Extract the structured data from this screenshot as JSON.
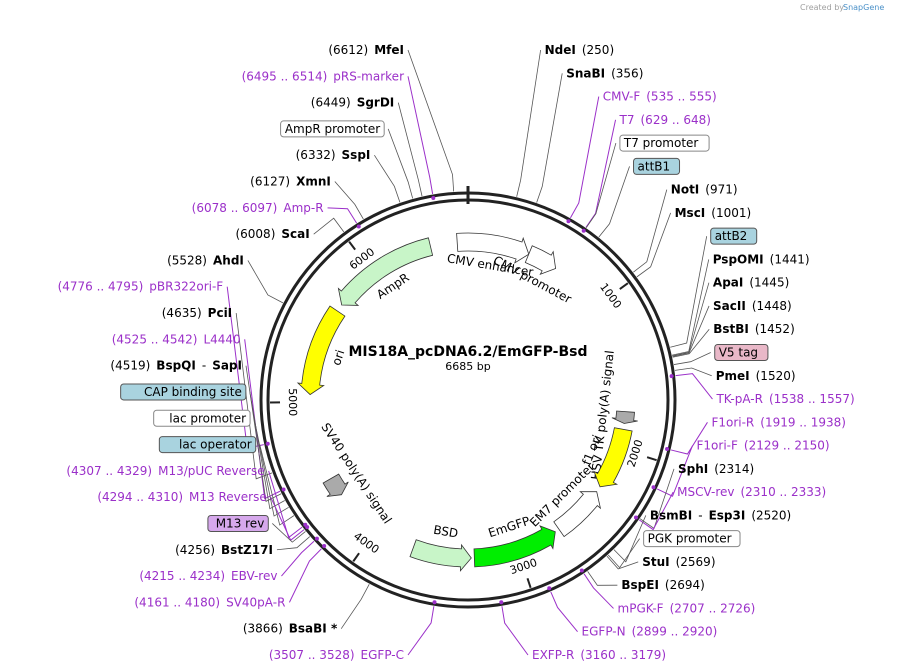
{
  "credit": {
    "text": "Created by",
    "brand": "SnapGene"
  },
  "plasmid": {
    "name": "MIS18A_pcDNA6.2/EmGFP-Bsd",
    "size_label": "6685 bp",
    "length": 6685
  },
  "ticks": [
    {
      "pos": 1000,
      "label": "1000"
    },
    {
      "pos": 2000,
      "label": "2000"
    },
    {
      "pos": 3000,
      "label": "3000"
    },
    {
      "pos": 4000,
      "label": "4000"
    },
    {
      "pos": 5000,
      "label": "5000"
    },
    {
      "pos": 6000,
      "label": "6000"
    }
  ],
  "features": [
    {
      "label": "CMV enhancer",
      "start": 6612,
      "end": 420,
      "dir": 1,
      "color": "#ffffff"
    },
    {
      "label": "CMV promoter",
      "start": 420,
      "end": 625,
      "dir": 1,
      "color": "#ffffff"
    },
    {
      "label": "HSV TK poly(A) signal",
      "start": 1750,
      "end": 1830,
      "dir": 1,
      "color": "#aaaaaa"
    },
    {
      "label": "f1 ori",
      "start": 1870,
      "end": 2290,
      "dir": 1,
      "color": "#ffff00"
    },
    {
      "label": "EM7 promoter",
      "start": 2330,
      "end": 2690,
      "dir": -1,
      "color": "#ffffff"
    },
    {
      "label": "EmGFP",
      "start": 2720,
      "end": 3300,
      "dir": -1,
      "color": "#00ee00"
    },
    {
      "label": "BSD",
      "start": 3320,
      "end": 3720,
      "dir": -1,
      "color": "#c8f5c8"
    },
    {
      "label": "SV40 poly(A) signal",
      "start": 4330,
      "end": 4460,
      "dir": -1,
      "color": "#aaaaaa"
    },
    {
      "label": "ori",
      "start": 5050,
      "end": 5650,
      "dir": -1,
      "color": "#ffff00"
    },
    {
      "label": "AmpR",
      "start": 5700,
      "end": 6430,
      "dir": -1,
      "color": "#c8f5c8"
    }
  ],
  "labels": [
    {
      "coord": "(6612)",
      "name": "MfeI",
      "kind": "site",
      "pos": 6612
    },
    {
      "coord": "(6495 .. 6514)",
      "name": "pRS-marker",
      "kind": "primer",
      "pos": 6504
    },
    {
      "coord": "(6449)",
      "name": "SgrDI",
      "kind": "site",
      "pos": 6449
    },
    {
      "name": "AmpR promoter",
      "kind": "box",
      "style": "plain",
      "pos": 6400
    },
    {
      "coord": "(6332)",
      "name": "SspI",
      "kind": "site",
      "pos": 6332
    },
    {
      "coord": "(6127)",
      "name": "XmnI",
      "kind": "site",
      "pos": 6127
    },
    {
      "coord": "(6078 .. 6097)",
      "name": "Amp-R",
      "kind": "primer",
      "pos": 6087
    },
    {
      "coord": "(6008)",
      "name": "ScaI",
      "kind": "site",
      "pos": 6008
    },
    {
      "coord": "(5528)",
      "name": "AhdI",
      "kind": "site",
      "pos": 5528
    },
    {
      "coord": "(4776 .. 4795)",
      "name": "pBR322ori-F",
      "kind": "primer",
      "pos": 4785
    },
    {
      "coord": "(4635)",
      "name": "PciI",
      "kind": "site",
      "pos": 4635
    },
    {
      "coord": "(4525 .. 4542)",
      "name": "L4440",
      "kind": "primer",
      "pos": 4533
    },
    {
      "coord": "(4519)",
      "name": "BspQI",
      "name2": "SapI",
      "sep": "-",
      "kind": "site",
      "pos": 4519
    },
    {
      "name": "CAP binding site",
      "kind": "box",
      "style": "blue",
      "pos": 4480
    },
    {
      "name": "lac promoter",
      "kind": "box",
      "style": "plain",
      "pos": 4440
    },
    {
      "coord": "(4307 .. 4329)",
      "name": "M13/pUC Reverse",
      "kind": "primer",
      "pos": 4318
    },
    {
      "name": "lac operator",
      "kind": "box",
      "style": "blue",
      "pos": 4390
    },
    {
      "coord": "(4294 .. 4310)",
      "name": "M13 Reverse",
      "kind": "primer",
      "pos": 4302
    },
    {
      "name": "M13 rev",
      "kind": "box",
      "style": "purple",
      "pos": 4290
    },
    {
      "coord": "(4256)",
      "name": "BstZ17I",
      "kind": "site",
      "pos": 4256
    },
    {
      "coord": "(4215 .. 4234)",
      "name": "EBV-rev",
      "kind": "primer",
      "pos": 4224
    },
    {
      "coord": "(4161 .. 4180)",
      "name": "SV40pA-R",
      "kind": "primer",
      "pos": 4170
    },
    {
      "coord": "(3866)",
      "name": "BsaBI *",
      "kind": "site",
      "pos": 3866
    },
    {
      "coord": "(3507 .. 3528)",
      "name": "EGFP-C",
      "kind": "primer",
      "pos": 3517
    },
    {
      "coord": "(3160 .. 3179)",
      "name": "EXFP-R",
      "kind": "primer",
      "pos": 3169
    },
    {
      "coord": "(2899 .. 2920)",
      "name": "EGFP-N",
      "kind": "primer",
      "pos": 2909
    },
    {
      "coord": "(2707 .. 2726)",
      "name": "mPGK-F",
      "kind": "primer",
      "pos": 2716
    },
    {
      "coord": "(2694)",
      "name": "BspEI",
      "kind": "site",
      "pos": 2694
    },
    {
      "coord": "(2569)",
      "name": "StuI",
      "kind": "site",
      "pos": 2569
    },
    {
      "name": "PGK promoter",
      "kind": "box",
      "style": "plain",
      "pos": 2560
    },
    {
      "coord": "(2520)",
      "name": "BsmBI",
      "name2": "Esp3I",
      "sep": "-",
      "kind": "site",
      "pos": 2520
    },
    {
      "coord": "(2310 .. 2333)",
      "name": "MSCV-rev",
      "kind": "primer",
      "pos": 2321
    },
    {
      "coord": "(2314)",
      "name": "SphI",
      "kind": "site",
      "pos": 2314
    },
    {
      "coord": "(2129 .. 2150)",
      "name": "F1ori-F",
      "kind": "primer",
      "pos": 2139
    },
    {
      "coord": "(1919 .. 1938)",
      "name": "F1ori-R",
      "kind": "primer",
      "pos": 1928
    },
    {
      "coord": "(1538 .. 1557)",
      "name": "TK-pA-R",
      "kind": "primer",
      "pos": 1547
    },
    {
      "coord": "(1520)",
      "name": "PmeI",
      "kind": "site",
      "pos": 1520
    },
    {
      "name": "V5 tag",
      "kind": "box",
      "style": "pink",
      "pos": 1490
    },
    {
      "coord": "(1452)",
      "name": "BstBI",
      "kind": "site",
      "pos": 1452
    },
    {
      "coord": "(1448)",
      "name": "SacII",
      "kind": "site",
      "pos": 1448
    },
    {
      "coord": "(1445)",
      "name": "ApaI",
      "kind": "site",
      "pos": 1445
    },
    {
      "coord": "(1441)",
      "name": "PspOMI",
      "kind": "site",
      "pos": 1441
    },
    {
      "name": "attB2",
      "kind": "box",
      "style": "blue",
      "pos": 1400
    },
    {
      "coord": "(1001)",
      "name": "MscI",
      "kind": "site",
      "pos": 1001
    },
    {
      "coord": "(971)",
      "name": "NotI",
      "kind": "site",
      "pos": 971
    },
    {
      "name": "attB1",
      "kind": "box",
      "style": "blue",
      "pos": 720
    },
    {
      "name": "T7 promoter",
      "kind": "box",
      "style": "plain",
      "pos": 640
    },
    {
      "coord": "(629 .. 648)",
      "name": "T7",
      "kind": "primer",
      "pos": 638
    },
    {
      "coord": "(535 .. 555)",
      "name": "CMV-F",
      "kind": "primer",
      "pos": 545
    },
    {
      "coord": "(356)",
      "name": "SnaBI",
      "kind": "site",
      "pos": 356
    },
    {
      "coord": "(250)",
      "name": "NdeI",
      "kind": "site",
      "pos": 250
    }
  ]
}
